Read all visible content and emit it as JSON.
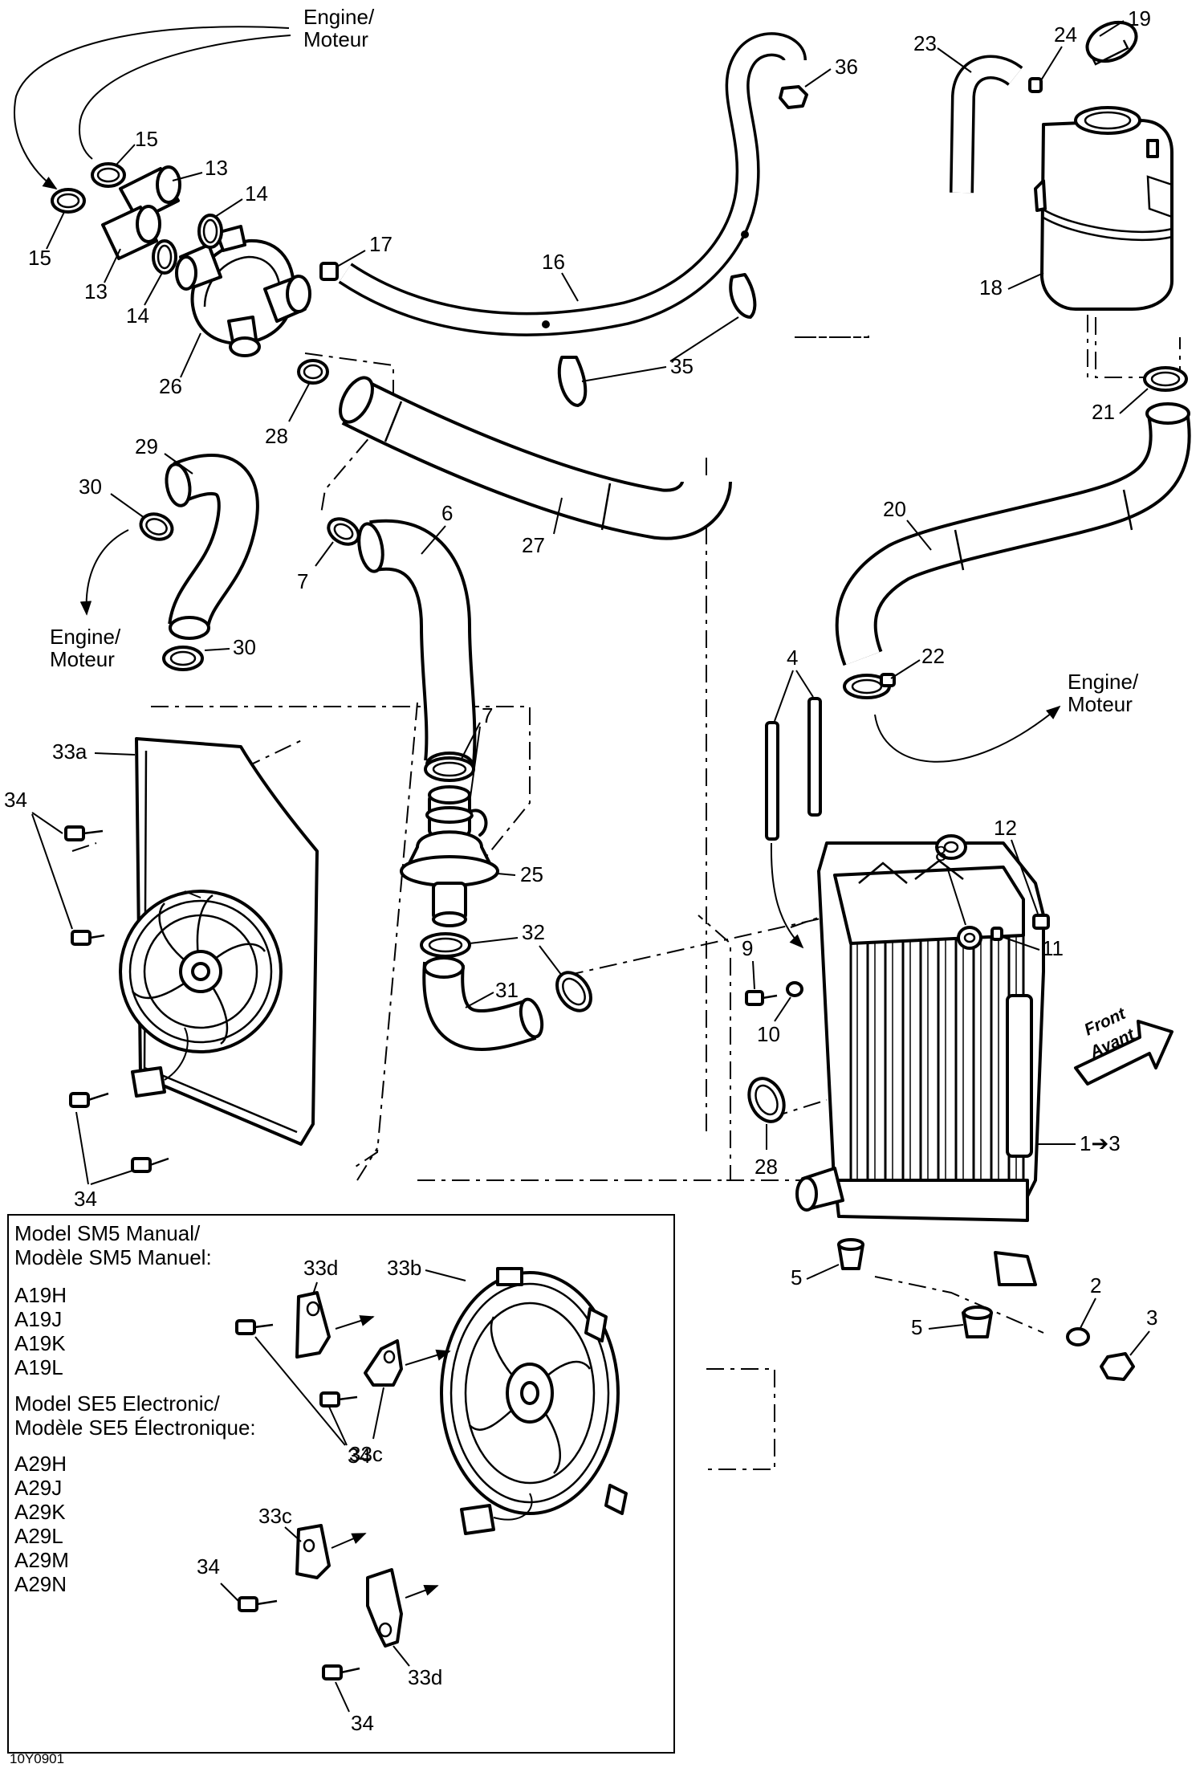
{
  "diagram": {
    "figure_code": "10Y0901",
    "callouts": {
      "c1": "1➔3",
      "c2": "2",
      "c3": "3",
      "c4": "4",
      "c5a": "5",
      "c5b": "5",
      "c6": "6",
      "c7a": "7",
      "c7b": "7",
      "c8": "8",
      "c9": "9",
      "c10": "10",
      "c11": "11",
      "c12": "12",
      "c13a": "13",
      "c13b": "13",
      "c14a": "14",
      "c14b": "14",
      "c15a": "15",
      "c15b": "15",
      "c16": "16",
      "c17": "17",
      "c18": "18",
      "c19": "19",
      "c20": "20",
      "c21": "21",
      "c22": "22",
      "c23": "23",
      "c24": "24",
      "c25": "25",
      "c26": "26",
      "c27": "27",
      "c28a": "28",
      "c28b": "28",
      "c29": "29",
      "c30a": "30",
      "c30b": "30",
      "c31": "31",
      "c32": "32",
      "c33a": "33a",
      "c33b": "33b",
      "c33c1": "33c",
      "c33c2": "33c",
      "c33d1": "33d",
      "c33d2": "33d",
      "c34a": "34",
      "c34b": "34",
      "c34c": "34",
      "c34d": "34",
      "c34e": "34",
      "c35": "35",
      "c36": "36"
    },
    "engine_refs": {
      "top": [
        "Engine/",
        "Moteur"
      ],
      "left": [
        "Engine/",
        "Moteur"
      ],
      "right": [
        "Engine/",
        "Moteur"
      ]
    },
    "front_arrow": [
      "Front",
      "Avant"
    ],
    "model_box": {
      "manual_title": [
        "Model SM5 Manual/",
        "Modèle SM5 Manuel:"
      ],
      "manual_models": [
        "A19H",
        "A19J",
        "A19K",
        "A19L"
      ],
      "electronic_title": [
        "Model SE5 Electronic/",
        "Modèle SE5 Électronique:"
      ],
      "electronic_models": [
        "A29H",
        "A29J",
        "A29K",
        "A29L",
        "A29M",
        "A29N"
      ]
    }
  }
}
